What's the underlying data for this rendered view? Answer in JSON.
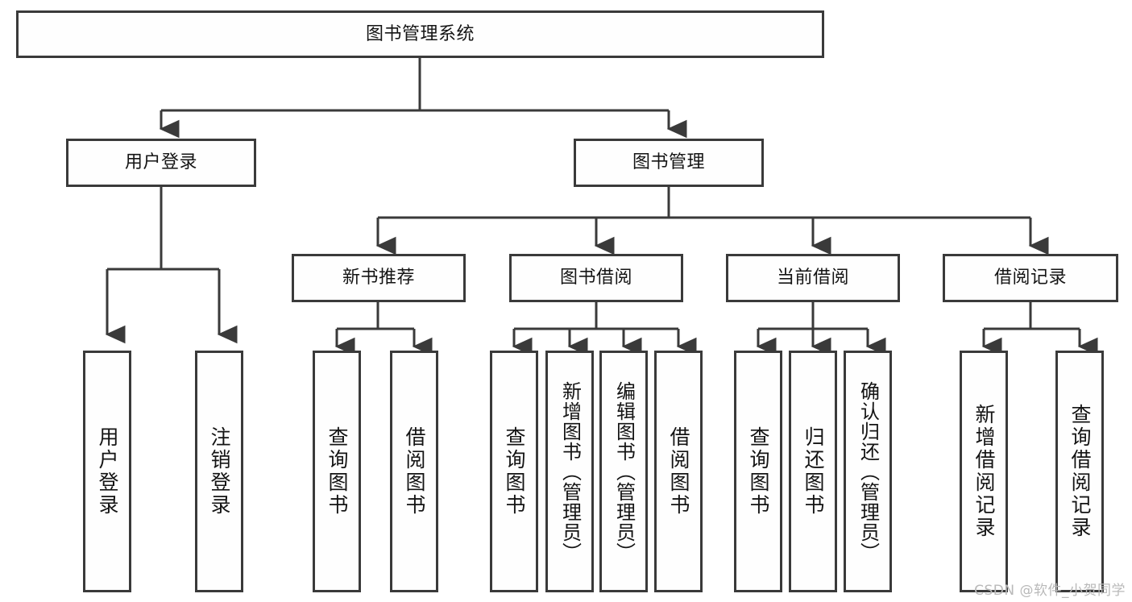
{
  "diagram": {
    "title_node": {
      "label": "图书管理系统"
    },
    "level1": [
      {
        "id": "user-login",
        "label": "用户登录"
      },
      {
        "id": "book-manage",
        "label": "图书管理"
      }
    ],
    "level2": [
      {
        "id": "new-book-rec",
        "label": "新书推荐"
      },
      {
        "id": "book-borrow",
        "label": "图书借阅"
      },
      {
        "id": "current-borrow",
        "label": "当前借阅"
      },
      {
        "id": "borrow-record",
        "label": "借阅记录"
      }
    ],
    "leaves": [
      {
        "id": "leaf-user-login",
        "label": "用户登录"
      },
      {
        "id": "leaf-logout",
        "label": "注销登录"
      },
      {
        "id": "leaf-query-book-1",
        "label": "查询图书"
      },
      {
        "id": "leaf-borrow-book-1",
        "label": "借阅图书"
      },
      {
        "id": "leaf-query-book-2",
        "label": "查询图书"
      },
      {
        "id": "leaf-add-book",
        "label": "新增图书（管理员）"
      },
      {
        "id": "leaf-edit-book",
        "label": "编辑图书（管理员）"
      },
      {
        "id": "leaf-borrow-book-2",
        "label": "借阅图书"
      },
      {
        "id": "leaf-query-book-3",
        "label": "查询图书"
      },
      {
        "id": "leaf-return-book",
        "label": "归还图书"
      },
      {
        "id": "leaf-confirm-return",
        "label": "确认归还（管理员）"
      },
      {
        "id": "leaf-add-record",
        "label": "新增借阅记录"
      },
      {
        "id": "leaf-query-record",
        "label": "查询借阅记录"
      }
    ]
  },
  "watermark": {
    "text": "CSDN @软件_小贺同学"
  },
  "colors": {
    "border": "#3a3a3a",
    "background": "#ffffff",
    "node_fill": "#fefefe",
    "text": "#141414",
    "watermark": "#b9b9b9"
  }
}
